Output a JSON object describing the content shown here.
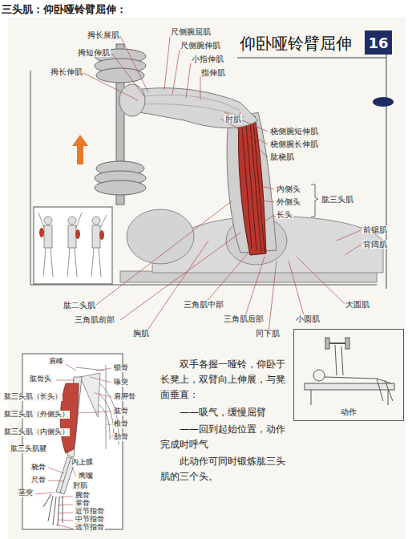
{
  "diagram": {
    "title": "三头肌：仰卧哑铃臂屈伸：",
    "nodes": [
      {
        "text": [
          "16"
        ]
      },
      {
        "text": [
          "动作"
        ]
      }
    ],
    "labels": [
      "仰卧哑铃臂屈伸",
      "拇长展肌",
      "尺侧腕屈肌",
      "尺侧腕伸肌",
      "拇短伸肌",
      "小指伸肌",
      "拇长伸肌",
      "指伸肌",
      "肘肌",
      "桡侧腕短伸肌",
      "桡侧腕长伸肌",
      "肱桡肌",
      "内侧头",
      "外侧头",
      "长头",
      "肱三头肌",
      "前锯肌",
      "背阔肌",
      "肱二头肌",
      "三角肌中部",
      "大圆肌",
      "三角肌前部",
      "三角肌后部",
      "小圆肌",
      "胸肌",
      "冈下肌",
      "肩峰",
      "锁骨",
      "肱骨头",
      "喙突",
      "肱三头肌（长头）",
      "肩胛骨",
      "肱骨",
      "肱三头肌（外侧头）",
      "椎骨",
      "肋骨",
      "肱三头肌（内侧头）",
      "肱三头肌腱",
      "内上髁",
      "桡骨",
      "鹰嘴",
      "尺骨",
      "肘肌",
      "茎突",
      "腕骨",
      "掌骨",
      "近节指骨",
      "中节指骨",
      "远节指骨",
      "双手各握一哑铃，仰卧于长凳上，双臂向上伸展，与凳面垂直：",
      "——吸气，缓慢屈臂",
      "——回到起始位置，动作完成时呼气",
      "此动作可同时锻炼肱三头肌的三个头。"
    ]
  }
}
